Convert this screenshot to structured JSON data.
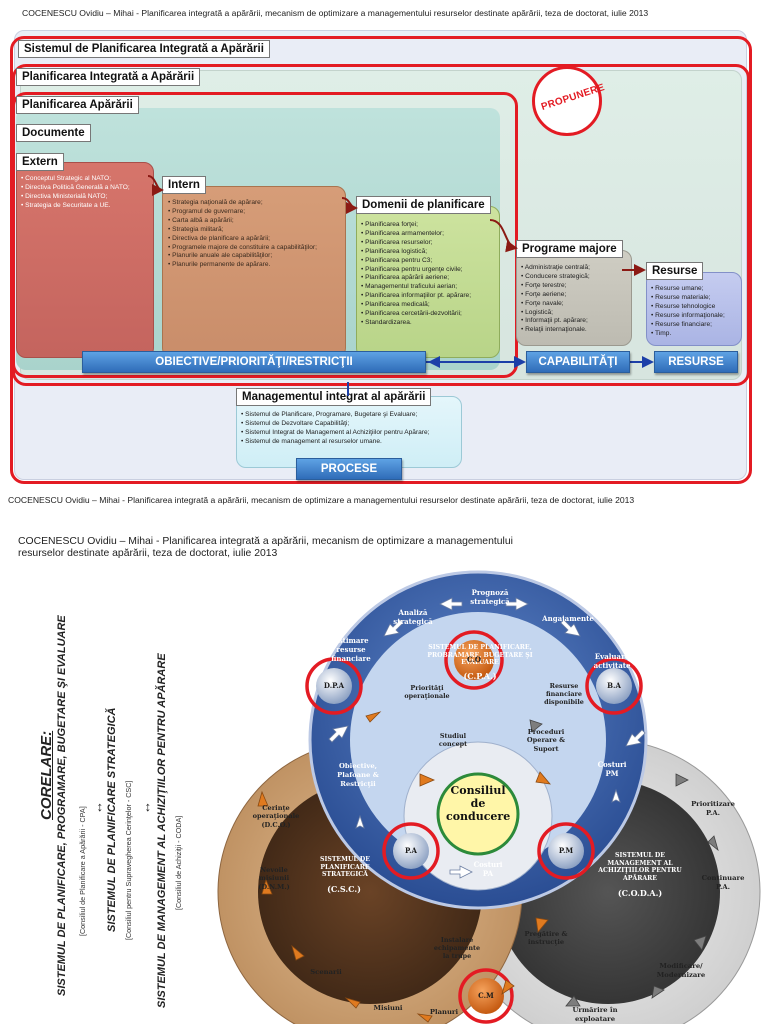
{
  "slide": {
    "header_top": "COCENESCU Ovidiu – Mihai - Planificarea integrată a apărării, mecanism de optimizare a managementului resurselor destinate apărării, teza de doctorat, iulie 2013",
    "footer": "COCENESCU Ovidiu – Mihai - Planificarea integrată a apărării, mecanism de optimizare a managementului resurselor destinate apărării, teza de doctorat, iulie 2013",
    "labels": {
      "sistemul": "Sistemul de Planificarea Integrată a Apărării",
      "planificarea_integrata": "Planificarea Integrată a Apărării",
      "planificarea_apararii": "Planificarea Apărării",
      "documente": "Documente",
      "extern": "Extern",
      "intern": "Intern",
      "domenii": "Domenii de planificare",
      "programe": "Programe majore",
      "resurse": "Resurse",
      "management": "Managementul integrat al apărării"
    },
    "stamp": "PROPUNERE",
    "extern_items": [
      "Conceptul Strategic al NATO;",
      "Directiva Politică Generală a NATO;",
      "Directiva Ministerială NATO;",
      "Strategia de Securitate a UE."
    ],
    "intern_items": [
      "Strategia naţională de apărare;",
      "Programul de guvernare;",
      "Carta albă a apărării;",
      "Strategia militară;",
      "Directiva de planificare a apărării;",
      "Programele majore de constituire a capabilităţilor;",
      "Planurile anuale ale capabilităţilor;",
      "Planurile permanente de apărare."
    ],
    "domenii_items": [
      "Planificarea forţei;",
      "Planificarea armamentelor;",
      "Planificarea resurselor;",
      "Planificarea logistică;",
      "Planificarea pentru C3;",
      "Planificarea pentru urgenţe civile;",
      "Planificarea apărării aeriene;",
      "Managementul traficului aerian;",
      "Planificarea informaţiilor pt. apărare;",
      "Planificarea medicală;",
      "Planificarea cercetării-dezvoltării;",
      "Standardizarea."
    ],
    "programe_items": [
      "Administraţie centrală;",
      "Conducere strategică;",
      "Forţe terestre;",
      "Forţe aeriene;",
      "Forţe navale;",
      "Logistică;",
      "Informaţii pt. apărare;",
      "Relaţii internaţionale."
    ],
    "resurse_items": [
      "Resurse umane;",
      "Resurse materiale;",
      "Resurse tehnologice",
      "Resurse informaţionale;",
      "Resurse financiare;",
      "Timp."
    ],
    "management_items": [
      "Sistemul de Planificare, Programare, Bugetare şi Evaluare;",
      "Sistemul de Dezvoltare Capabilităţi;",
      "Sistemul Integrat de Management al Achiziţiilor pentru Apărare;",
      "Sistemul de management al resurselor umane."
    ],
    "buttons": {
      "obiective": "OBIECTIVE/PRIORITĂŢI/RESTRICŢII",
      "capabilitati": "CAPABILITĂŢI",
      "resurse": "RESURSE",
      "procese": "PROCESE"
    }
  },
  "page2": {
    "header_line1": "COCENESCU Ovidiu – Mihai - Planificarea integrată a apărării, mecanism de optimizare a managementului",
    "header_line2": "resurselor destinate apărării, teza de doctorat, iulie 2013",
    "sidebar": {
      "title": "CORELARE:",
      "line1": "SISTEMUL DE PLANIFICARE, PROGRAMARE, BUGETARE ŞI EVALUARE",
      "line1_sub": "[Consiliul de Planificare a Apărării - CPA]",
      "arrow": "↔",
      "line2": "SISTEMUL DE PLANIFICARE STRATEGICĂ",
      "line2_sub": "[Consiliul pentru Supravegherea Cerinţelor - CSC]",
      "line3": "SISTEMUL DE MANAGEMENT AL ACHIZIŢIILOR PENTRU APĂRARE",
      "line3_sub": "[Consiliul de Achiziţii - CODA]"
    },
    "diagram": {
      "top_ring_title": "SISTEMUL DE PLANIFICARE, PROBRAMARE, BUGETARE ŞI EVALUARE",
      "top_ring_abbr": "(C.P.A.)",
      "left_ring_title": "SISTEMUL DE PLANIFICARE STRATEGICĂ",
      "left_ring_abbr": "(C.S.C.)",
      "right_ring_title": "SISTEMUL DE MANAGEMENT AL ACHIZIŢIILOR PENTRU APĂRARE",
      "right_ring_abbr": "(C.O.D.A.)",
      "center_title": "Consiliul de conducere",
      "nodes": {
        "dpa": "D.P.A",
        "co": "C.O",
        "ba": "B.A",
        "pa": "P.A",
        "pm": "P.M",
        "cm": "C.M"
      },
      "steps": {
        "prognoza": "Prognoză strategică",
        "analiza": "Analiză strategică",
        "angajamente": "Angajamente",
        "estimare": "Estimare resurse financiare",
        "evaluare": "Evaluare activitate",
        "prioritati": "Priorităţi operaţionale",
        "resurse_fin": "Resurse financiare disponibile",
        "studiul": "Studiul concept",
        "proceduri": "Proceduri Operare & Suport",
        "obiective": "Obiective, Plafoane & Restricţii",
        "costuri_pm": "Costuri PM",
        "costuri_pa": "Costuri PA",
        "cerinte": "Cerinţe operaţionale (D.C.O.)",
        "nevoile": "Nevoile misiunii (D.N.M.)",
        "scenarii": "Scenarii",
        "misiuni": "Misiuni",
        "planuri": "Planuri",
        "instalare": "Instalare echipamente la trupe",
        "pregatire": "Pregătire & instrucţie",
        "prioritizare": "Prioritizare P.A.",
        "continuare": "Continuare P.A.",
        "modificare": "Modificare/ Modernizare",
        "urmarire": "Urmărire în exploatare"
      }
    }
  }
}
